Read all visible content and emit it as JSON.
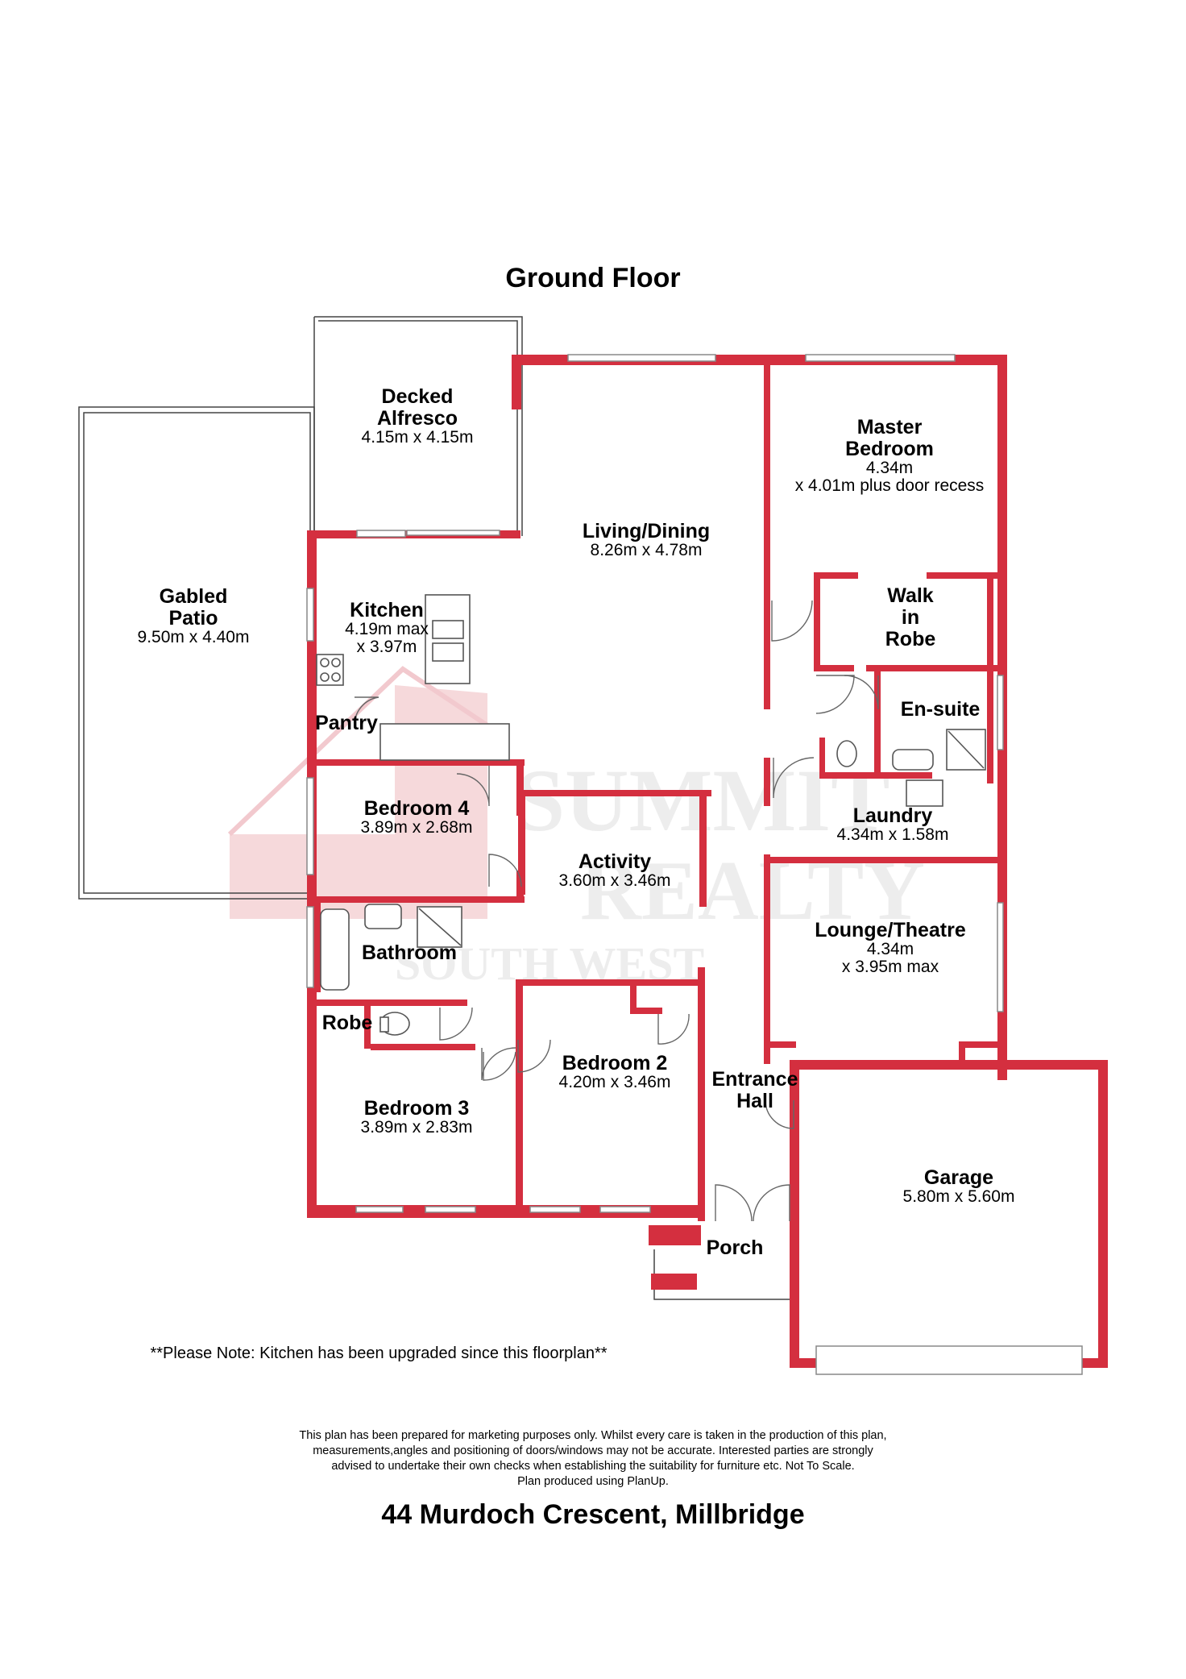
{
  "title": "Ground Floor",
  "rooms": [
    {
      "name": "Decked\nAlfresco",
      "dims": "4.15m x 4.15m"
    },
    {
      "name": "Gabled\nPatio",
      "dims": "9.50m x 4.40m"
    },
    {
      "name": "Living/Dining",
      "dims": "8.26m x 4.78m"
    },
    {
      "name": "Master\nBedroom",
      "dims": "4.34m\nx 4.01m plus door recess"
    },
    {
      "name": "Walk\nin\nRobe",
      "dims": ""
    },
    {
      "name": "Kitchen",
      "dims": "4.19m max\nx 3.97m"
    },
    {
      "name": "Pantry",
      "dims": ""
    },
    {
      "name": "En-suite",
      "dims": ""
    },
    {
      "name": "Bedroom 4",
      "dims": "3.89m x 2.68m"
    },
    {
      "name": "Laundry",
      "dims": "4.34m x 1.58m"
    },
    {
      "name": "Activity",
      "dims": "3.60m x 3.46m"
    },
    {
      "name": "Lounge/Theatre",
      "dims": "4.34m\nx 3.95m max"
    },
    {
      "name": "Bathroom",
      "dims": ""
    },
    {
      "name": "Robe",
      "dims": ""
    },
    {
      "name": "Bedroom 2",
      "dims": "4.20m x 3.46m"
    },
    {
      "name": "Entrance\nHall",
      "dims": ""
    },
    {
      "name": "Bedroom 3",
      "dims": "3.89m x 2.83m"
    },
    {
      "name": "Garage",
      "dims": "5.80m x 5.60m"
    },
    {
      "name": "Porch",
      "dims": ""
    }
  ],
  "note": "**Please Note: Kitchen has been upgraded since this floorplan**",
  "disclaimer": [
    "This plan has been prepared for marketing purposes only. Whilst every care is taken in the production of this plan,",
    "measurements,angles and positioning of doors/windows may not be accurate. Interested parties are strongly",
    "advised to undertake their own checks when establishing the suitability for furniture etc. Not To Scale.",
    "Plan produced using PlanUp."
  ],
  "address": "44 Murdoch Crescent, Millbridge",
  "watermark": {
    "line1": "SUMMIT",
    "line2": "REALTY",
    "line3": "SOUTH WEST"
  },
  "colors": {
    "wall": "#d42f3f",
    "watermark": "#ececec"
  }
}
